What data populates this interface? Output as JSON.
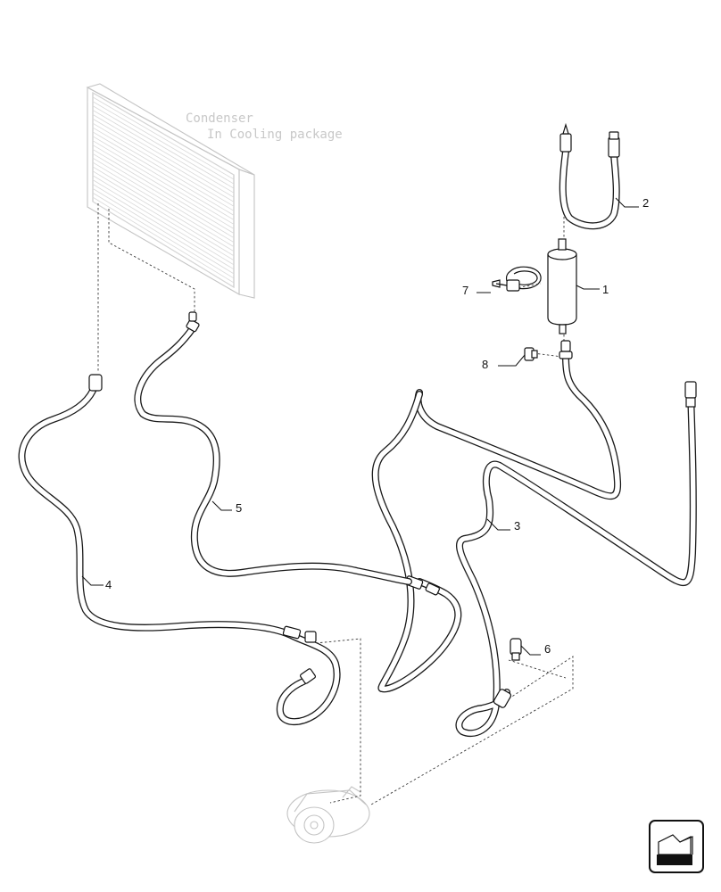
{
  "ghost_label": {
    "line1": "Condenser",
    "line2": "In Cooling package"
  },
  "callouts": [
    {
      "id": "1",
      "label": "1"
    },
    {
      "id": "2",
      "label": "2"
    },
    {
      "id": "3",
      "label": "3"
    },
    {
      "id": "4",
      "label": "4"
    },
    {
      "id": "5",
      "label": "5"
    },
    {
      "id": "6",
      "label": "6"
    },
    {
      "id": "7",
      "label": "7"
    },
    {
      "id": "8",
      "label": "8"
    }
  ],
  "nav_icon": "next-page-arrow-icon"
}
